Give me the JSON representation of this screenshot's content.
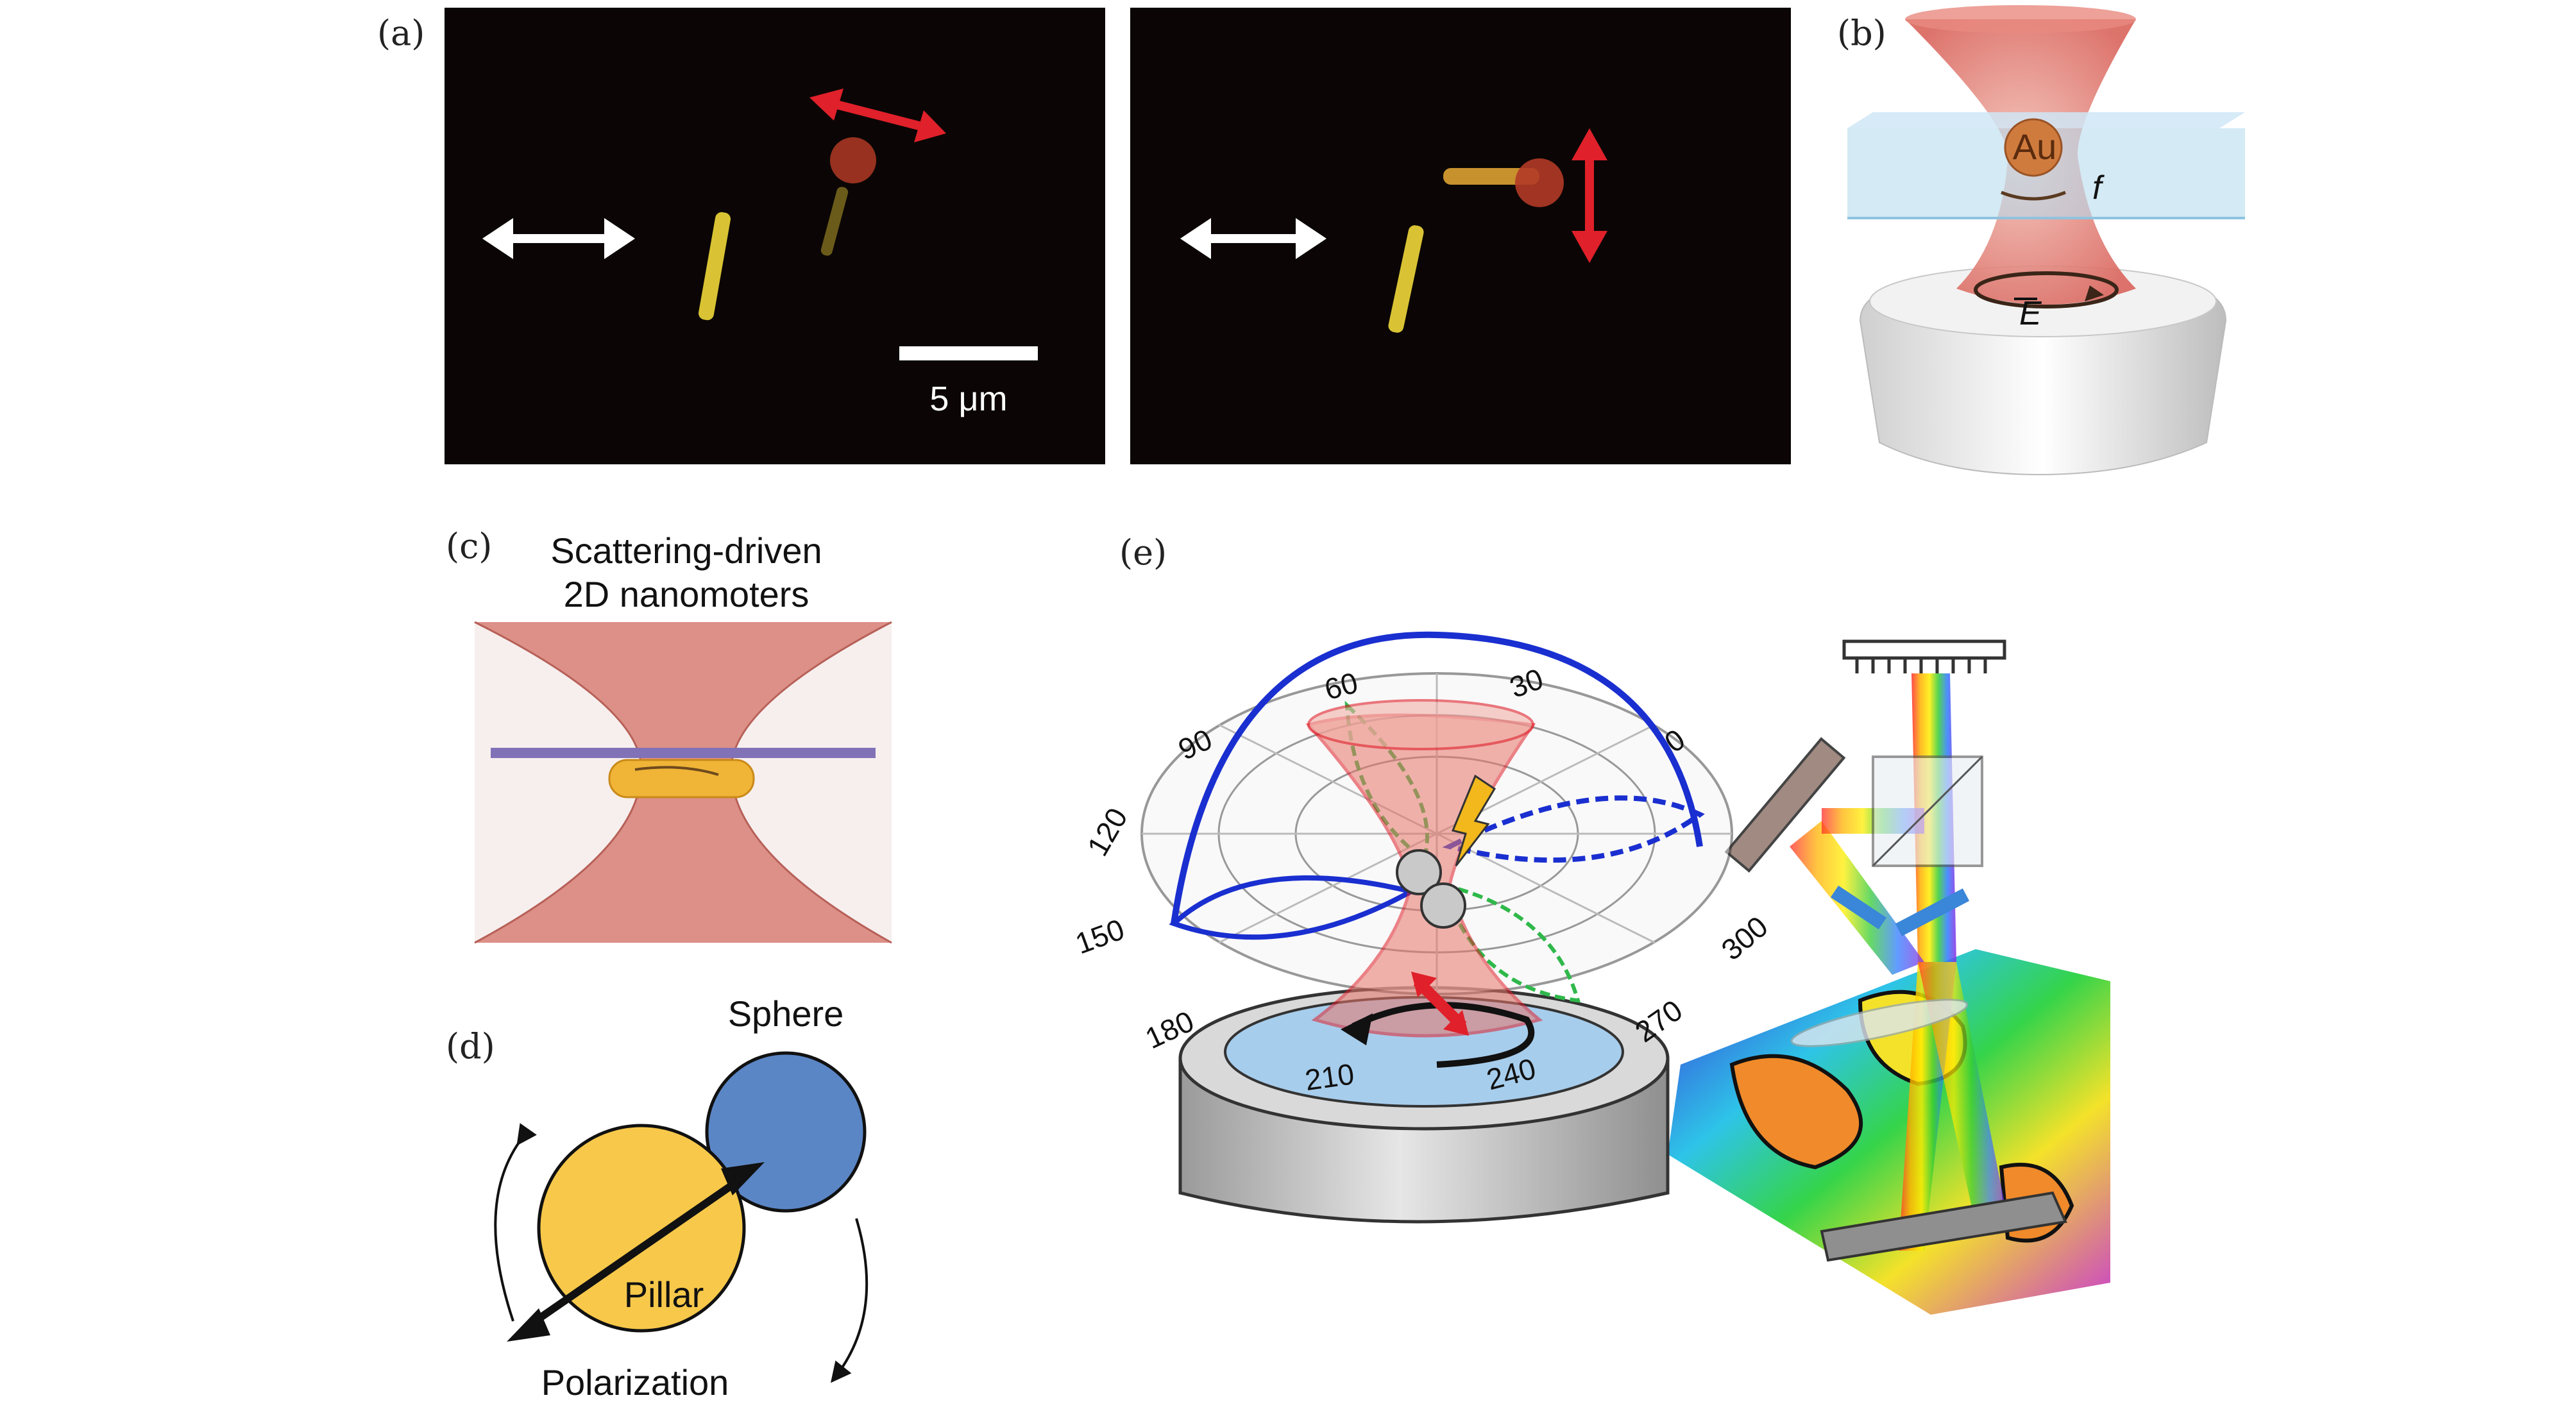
{
  "panels": {
    "a": {
      "label": "(a)",
      "scale_bar": "5 μm"
    },
    "b": {
      "label": "(b)",
      "particle": "Au",
      "force": "f",
      "field": "E"
    },
    "c": {
      "label": "(c)",
      "title_line1": "Scattering-driven",
      "title_line2": "2D nanomoters"
    },
    "d": {
      "label": "(d)",
      "sphere": "Sphere",
      "pillar": "Pillar",
      "polarization": "Polarization"
    },
    "e": {
      "label": "(e)",
      "angles": [
        "0",
        "30",
        "60",
        "90",
        "120",
        "150",
        "180",
        "210",
        "240",
        "270",
        "300"
      ]
    }
  },
  "colors": {
    "red_arrow": "#e0202a",
    "beam": "#e8756a",
    "sphere_blue": "#5b86c6",
    "pillar_yellow": "#f7c84a",
    "polar_blue": "#1a2fd0",
    "polar_green": "#2fb84a"
  }
}
